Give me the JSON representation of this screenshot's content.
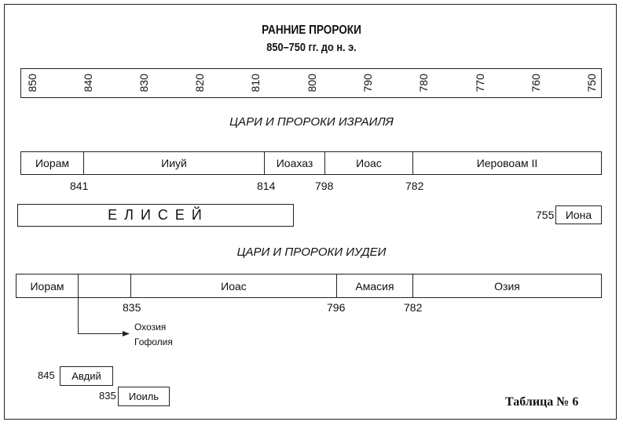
{
  "title": "РАННИЕ ПРОРОКИ",
  "subtitle": "850–750 гг. до н. э.",
  "timeline": [
    "850",
    "840",
    "830",
    "820",
    "810",
    "800",
    "790",
    "780",
    "770",
    "760",
    "750"
  ],
  "israel": {
    "heading": "ЦАРИ И ПРОРОКИ ИЗРАИЛЯ",
    "kings": [
      "Иорам",
      "Ииуй",
      "Иоахаз",
      "Иоас",
      "Иеровоам II"
    ],
    "years": [
      "841",
      "814",
      "798",
      "782"
    ],
    "prophet": "Е Л И С Е Й",
    "jonah_year": "755",
    "jonah": "Иона"
  },
  "judah": {
    "heading": "ЦАРИ И ПРОРОКИ ИУДЕИ",
    "kings": [
      "Иорам",
      "",
      "Иоас",
      "Амасия",
      "Озия"
    ],
    "years": [
      "835",
      "796",
      "782"
    ],
    "branch": [
      "Охозия",
      "Гофолия"
    ],
    "obadiah_year": "845",
    "obadiah": "Авдий",
    "joel_year": "835",
    "joel": "Иоиль"
  },
  "table_label": "Таблица № 6"
}
